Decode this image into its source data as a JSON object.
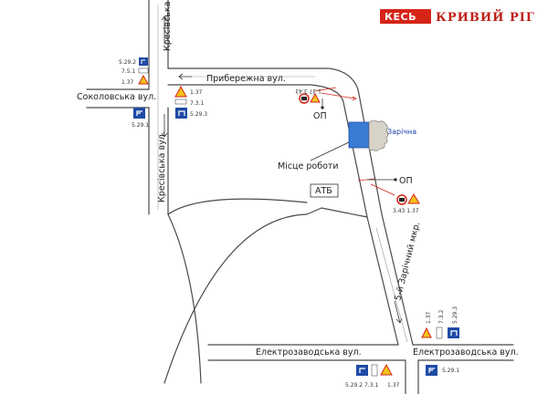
{
  "brand": {
    "box_text": "КЕСЬ",
    "name": "КРИВИЙ РІГ"
  },
  "streets": {
    "kresivska_top": "Кресівська вул.",
    "kresivska_bottom": "Кресівська вул.",
    "sokolovska": "Соколовська вул.",
    "pryberezhna": "Прибережна вул.",
    "elektrozavodska_left": "Електрозаводська вул.",
    "elektrozavodska_right": "Електрозаводська вул.",
    "zarichnyi": "5-й Зарічний мкр.",
    "zarichna": "Зарічна"
  },
  "labels": {
    "work_place": "Місце роботи",
    "atb": "АТБ",
    "op_top": "ОП",
    "op_mid": "ОП"
  },
  "sign_codes": {
    "g1": [
      "5.29.2",
      "7.5.1",
      "1.37"
    ],
    "g2": "5.29.1",
    "g3": [
      "1.37",
      "7.3.1",
      "5.29.3"
    ],
    "g4": "1.37 3.43",
    "g5": "3.43 1.37",
    "g6": [
      "1.37",
      "7.3.2",
      "5.29.3"
    ],
    "g7": "5.29.2 7.3.1",
    "g7b": "1.37",
    "g8": "5.29.1"
  },
  "colors": {
    "sign_blue": "#1f4ba5",
    "sign_red": "#d62418",
    "sign_yellow": "#f3c21b",
    "work_zone": "#3a7bd5"
  }
}
